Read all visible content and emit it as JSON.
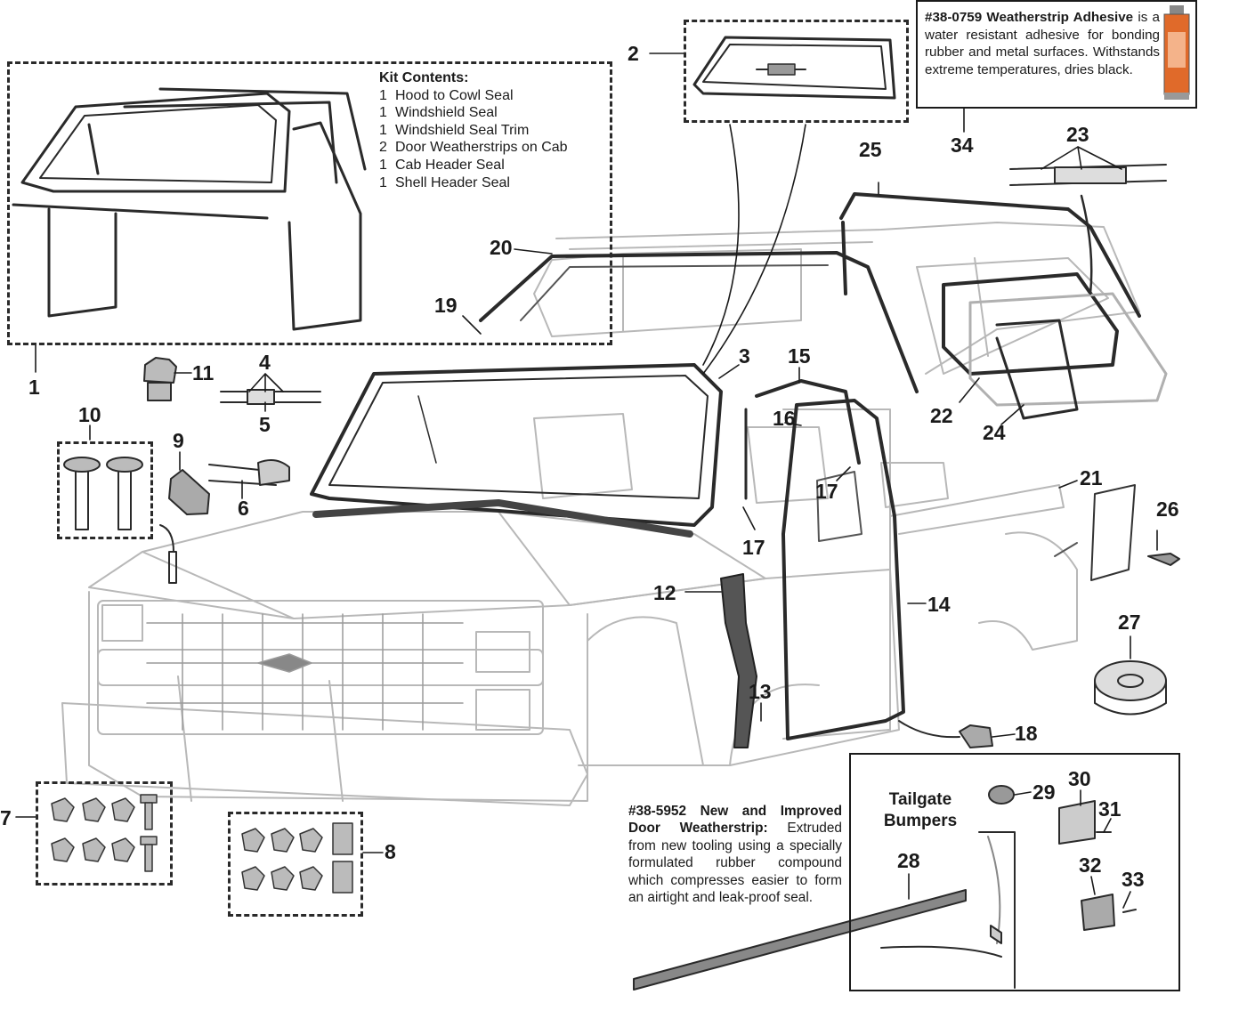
{
  "kit": {
    "heading": "Kit Contents:",
    "items": [
      {
        "qty": "1",
        "label": "Hood to Cowl Seal"
      },
      {
        "qty": "1",
        "label": "Windshield Seal"
      },
      {
        "qty": "1",
        "label": "Windshield Seal Trim"
      },
      {
        "qty": "2",
        "label": "Door Weatherstrips on Cab"
      },
      {
        "qty": "1",
        "label": "Cab Header Seal"
      },
      {
        "qty": "1",
        "label": "Shell Header Seal"
      }
    ]
  },
  "adhesive": {
    "part": "#38-0759 Weatherstrip Adhesive",
    "text": "is a water resistant adhesive for bonding rubber and metal surfaces. Withstands extreme temperatures, dries black."
  },
  "door_note": {
    "part": "#38-5952 New and Improved Door Weatherstrip:",
    "text": "Extruded from new tooling using a specially formulated rubber compound which compresses easier to form an airtight and leak-proof seal."
  },
  "tailgate": {
    "title": "Tailgate Bumpers"
  },
  "callouts": {
    "n1": "1",
    "n2": "2",
    "n3": "3",
    "n4": "4",
    "n5": "5",
    "n6": "6",
    "n7": "7",
    "n8": "8",
    "n9": "9",
    "n10": "10",
    "n11": "11",
    "n12": "12",
    "n13": "13",
    "n14": "14",
    "n15": "15",
    "n16": "16",
    "n17a": "17",
    "n17b": "17",
    "n18": "18",
    "n19": "19",
    "n20": "20",
    "n21": "21",
    "n22": "22",
    "n23": "23",
    "n24": "24",
    "n25": "25",
    "n26": "26",
    "n27": "27",
    "n28": "28",
    "n29": "29",
    "n30": "30",
    "n31": "31",
    "n32": "32",
    "n33": "33",
    "n34": "34"
  },
  "colors": {
    "line": "#1a1a1a",
    "ghost": "#b8b8b8",
    "seal": "#2a2a2a",
    "tube": "#e06a2a"
  }
}
